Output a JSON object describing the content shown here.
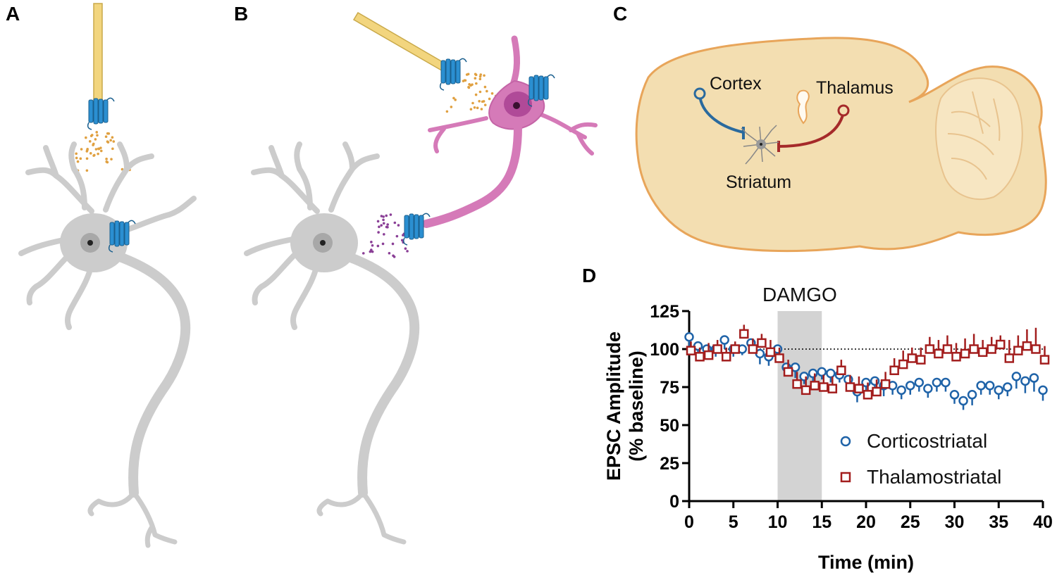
{
  "panels": {
    "a": "A",
    "b": "B",
    "c": "C",
    "d": "D"
  },
  "brain": {
    "cortex_label": "Cortex",
    "thalamus_label": "Thalamus",
    "striatum_label": "Striatum",
    "cortex_color": "#2a6a9e",
    "thalamus_color": "#a52a2a",
    "brain_fill": "#f3deb1",
    "brain_outline": "#e8a55a"
  },
  "cell_colors": {
    "neuron": "#cccccc",
    "presynaptic_neuron": "#d57ab8",
    "receptor": "#2b8fd1",
    "pipette": "#f2d57e",
    "ligand_dots_a": "#e0a040",
    "ligand_dots_b": "#8a3f96"
  },
  "chart_data": {
    "type": "scatter",
    "annotation": "DAMGO",
    "drug_window": [
      10,
      15
    ],
    "xlabel": "Time (min)",
    "ylabel_line1": "EPSC Amplitude",
    "ylabel_line2": "(% baseline)",
    "xlim": [
      0,
      40
    ],
    "ylim": [
      0,
      125
    ],
    "xticks": [
      0,
      5,
      10,
      15,
      20,
      25,
      30,
      35,
      40
    ],
    "yticks": [
      0,
      25,
      50,
      75,
      100,
      125
    ],
    "reference_line": 100,
    "legend_position": "bottom-right",
    "series": [
      {
        "name": "Corticostriatal",
        "marker": "circle",
        "color": "#1f63a8",
        "x": [
          0,
          1,
          2,
          3,
          4,
          5,
          6,
          7,
          8,
          9,
          10,
          11,
          12,
          13,
          14,
          15,
          16,
          17,
          18,
          19,
          20,
          21,
          22,
          23,
          24,
          25,
          26,
          27,
          28,
          29,
          30,
          31,
          32,
          33,
          34,
          35,
          36,
          37,
          38,
          39,
          40
        ],
        "y": [
          108,
          102,
          100,
          100,
          106,
          100,
          100,
          104,
          97,
          95,
          100,
          88,
          88,
          82,
          84,
          85,
          84,
          83,
          80,
          72,
          78,
          79,
          76,
          76,
          73,
          76,
          78,
          74,
          78,
          78,
          70,
          66,
          70,
          76,
          76,
          73,
          75,
          82,
          79,
          81,
          73
        ],
        "err": [
          6,
          8,
          6,
          5,
          6,
          5,
          4,
          6,
          7,
          6,
          6,
          6,
          7,
          5,
          6,
          5,
          6,
          5,
          6,
          7,
          6,
          6,
          7,
          6,
          6,
          6,
          6,
          6,
          6,
          6,
          6,
          6,
          7,
          6,
          6,
          6,
          6,
          8,
          8,
          9,
          7
        ]
      },
      {
        "name": "Thalamostriatal",
        "marker": "square",
        "color": "#a31e1e",
        "x": [
          0,
          1,
          2,
          3,
          4,
          5,
          6,
          7,
          8,
          9,
          10,
          11,
          12,
          13,
          14,
          15,
          16,
          17,
          18,
          19,
          20,
          21,
          22,
          23,
          24,
          25,
          26,
          27,
          28,
          29,
          30,
          31,
          32,
          33,
          34,
          35,
          36,
          37,
          38,
          39,
          40
        ],
        "y": [
          99,
          95,
          96,
          100,
          95,
          100,
          110,
          100,
          104,
          98,
          94,
          85,
          77,
          73,
          76,
          75,
          74,
          86,
          75,
          74,
          70,
          72,
          77,
          86,
          90,
          94,
          93,
          100,
          97,
          100,
          95,
          97,
          100,
          98,
          100,
          103,
          94,
          99,
          102,
          100,
          93
        ],
        "err": [
          6,
          6,
          8,
          6,
          6,
          5,
          6,
          7,
          6,
          8,
          7,
          8,
          8,
          9,
          8,
          8,
          8,
          7,
          8,
          8,
          8,
          8,
          8,
          8,
          9,
          7,
          8,
          8,
          9,
          9,
          9,
          10,
          10,
          8,
          8,
          6,
          12,
          10,
          11,
          14,
          9
        ]
      }
    ]
  }
}
